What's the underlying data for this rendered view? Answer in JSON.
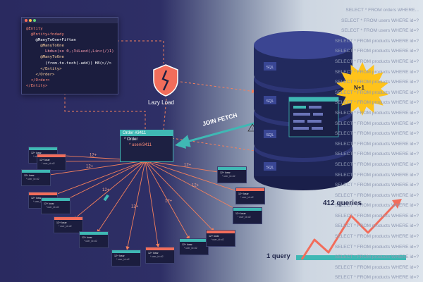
{
  "code": {
    "lines": [
      [
        {
          "t": "@Entity",
          "c": "c-a"
        }
      ],
      [
        {
          "t": "  @Entity+fndady",
          "c": "c-a"
        }
      ],
      [
        {
          "t": "    @ManyToOne+Fiftan",
          "c": "c-c"
        }
      ],
      [
        {
          "t": "      @ManyToOne",
          "c": "c-b"
        }
      ],
      [
        {
          "t": "        ",
          "c": "c-c"
        },
        {
          "t": "Lbduo(so 0,;3iLuod(,Lin<(/)1)",
          "c": "c-d"
        }
      ],
      [
        {
          "t": "      @ManyToOne",
          "c": "c-b"
        }
      ],
      [
        {
          "t": "        ",
          "c": "c-c"
        },
        {
          "t": "(from.to.toch(.add)) H8(>//>",
          "c": "c-c"
        }
      ],
      [
        {
          "t": "      </Entity>",
          "c": "c-b"
        }
      ],
      [
        {
          "t": "    </Order>",
          "c": "c-b"
        }
      ],
      [
        {
          "t": "  </Order>",
          "c": "c-a"
        }
      ],
      [
        {
          "t": "</Entity>",
          "c": "c-a"
        }
      ]
    ]
  },
  "lazy_load_label": "Lazy Load",
  "join_fetch_label": "JOIN FETCH",
  "hub": {
    "title": "Order #3411",
    "row1": "* Order",
    "row2": "* user#3411"
  },
  "sql_log": [
    "SELECT * FROM orders WHERE...",
    "SELECT * FROM users WHERE id=?",
    "SELECT * FROM users WHERE id=?",
    "SELECT * FROM products WHERE id=?",
    "SELECT * FROM products WHERE id=?",
    "SELECT * FROM products WHERE id=?",
    "SELECT * FROM products WHERE id=?",
    "SELECT * FROM products WHERE id=?",
    "SELECT * FROM products WHERE id=?",
    "SELECT * FROM products WHERE id=?",
    "SELECT * FROM products WHERE id=?",
    "SELECT * FROM products WHERE id=?",
    "SELECT * FROM products WHERE id=?",
    "SELECT * FROM products WHERE id=?",
    "SELECT * FROM products WHERE id=?",
    "SELECT * FROM products WHERE id=?",
    "SELECT * FROM products WHERE id=?",
    "SELECT * FROM products WHERE id=?",
    "SELECT * FROM products WHERE id=?",
    "SELECT * FROM products WHERE id=?",
    "SELECT * FROM products WHERE id=?",
    "SELECT * FROM products WHERE id=?",
    "SELECT * FROM products WHERE id=?",
    "SELECT * FROM products WHERE id=?",
    "SELECT * FROM products WHERE id=?",
    "SELECT * FROM products WHERE id=?",
    "SELECT * FROM products WHERE id=?"
  ],
  "db_label": "SQL",
  "n_plus_one": "N+1",
  "queries_label": "412 queries",
  "one_query_label": "1 query",
  "node_line1": "12+ lossr",
  "node_line2": "* user_id=d2",
  "ray_label": "12+",
  "colors": {
    "teal": "#3fb8b4",
    "coral": "#f26d5b",
    "orange": "#ff8a4c",
    "navy": "#2a2a60",
    "burst": "#ffc31a"
  }
}
